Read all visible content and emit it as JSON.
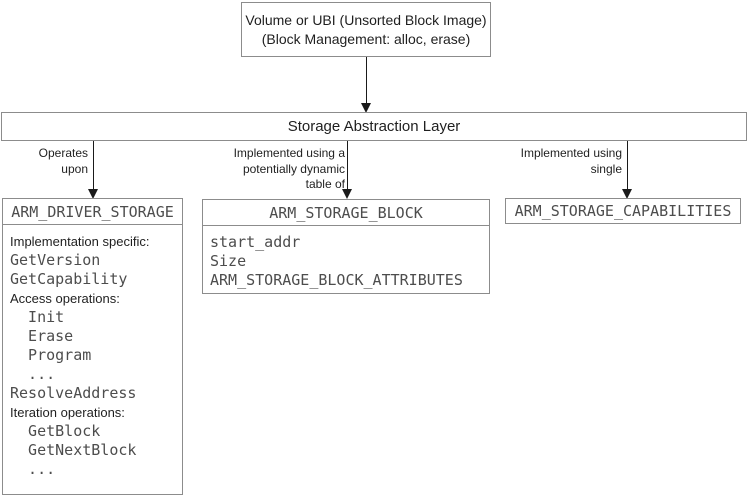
{
  "colors": {
    "background": "#ffffff",
    "box_border": "#8c8c8c",
    "arrow": "#1a1a1a",
    "label_text": "#1f1f1f",
    "code_text": "#4d4d4d"
  },
  "top_box": {
    "lines": [
      "Volume or UBI (Unsorted Block Image)",
      "(Block Management: alloc, erase)"
    ]
  },
  "abstraction_layer": {
    "label": "Storage Abstraction Layer"
  },
  "edge_labels": [
    {
      "lines": [
        "Operates",
        "upon"
      ]
    },
    {
      "lines": [
        "Implemented using a",
        "potentially dynamic",
        "table of"
      ]
    },
    {
      "lines": [
        "Implemented using",
        "single"
      ]
    }
  ],
  "driver_box": {
    "title": "ARM_DRIVER_STORAGE",
    "lines": [
      {
        "kind": "label",
        "text": "Implementation specific:"
      },
      {
        "kind": "code",
        "text": "GetVersion"
      },
      {
        "kind": "code",
        "text": "GetCapability"
      },
      {
        "kind": "label",
        "text": "Access operations:"
      },
      {
        "kind": "code",
        "text": "  Init"
      },
      {
        "kind": "code",
        "text": "  Erase"
      },
      {
        "kind": "code",
        "text": "  Program"
      },
      {
        "kind": "code",
        "text": "  ..."
      },
      {
        "kind": "code",
        "text": "ResolveAddress"
      },
      {
        "kind": "label",
        "text": "Iteration operations:"
      },
      {
        "kind": "code",
        "text": "  GetBlock"
      },
      {
        "kind": "code",
        "text": "  GetNextBlock"
      },
      {
        "kind": "code",
        "text": "  ..."
      }
    ]
  },
  "block_box": {
    "title": "ARM_STORAGE_BLOCK",
    "lines": [
      {
        "kind": "code",
        "text": "start_addr"
      },
      {
        "kind": "code",
        "text": "Size"
      },
      {
        "kind": "code",
        "text": "ARM_STORAGE_BLOCK_ATTRIBUTES"
      }
    ]
  },
  "capabilities_box": {
    "title": "ARM_STORAGE_CAPABILITIES"
  }
}
